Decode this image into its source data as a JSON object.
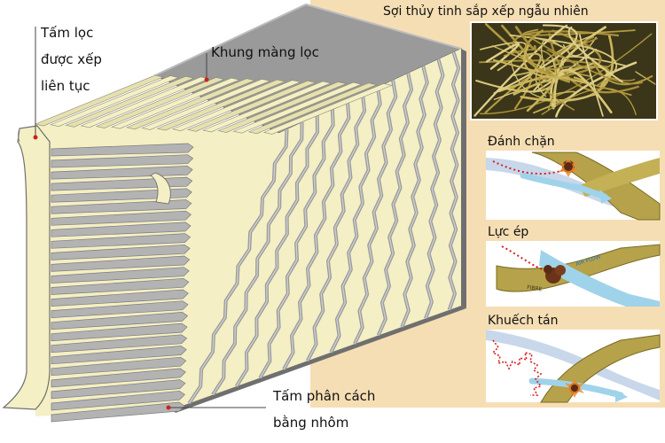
{
  "labels": {
    "filter_sheet_lines": [
      "Tấm lọc",
      "được xếp",
      "liên tục"
    ],
    "frame": "Khung màng lọc",
    "separator_lines": [
      "Tấm phân cách",
      "bằng nhôm"
    ],
    "glass_fiber": "Sợi thủy tinh sắp xếp ngẫu nhiên"
  },
  "mechanisms": [
    {
      "label": "Đánh chặn",
      "annotation": ""
    },
    {
      "label": "Lực ép",
      "annotation_air": "AIR FLOW",
      "annotation_fibre": "FIBRE"
    },
    {
      "label": "Khuếch tán",
      "annotation": ""
    }
  ],
  "colors": {
    "panel_bg": "#f6deb4",
    "fiber_bg": "#3b361a",
    "fiber_gold": "#c9b45a",
    "frame_gray": "#9a9a9a",
    "frame_dark": "#6f6f6f",
    "media_cream": "#f4efc4",
    "separator_gray": "#b3b3b3",
    "airflow_blue": "#9fd3ea",
    "particle_brown": "#6a3418",
    "path_red": "#d32020"
  }
}
